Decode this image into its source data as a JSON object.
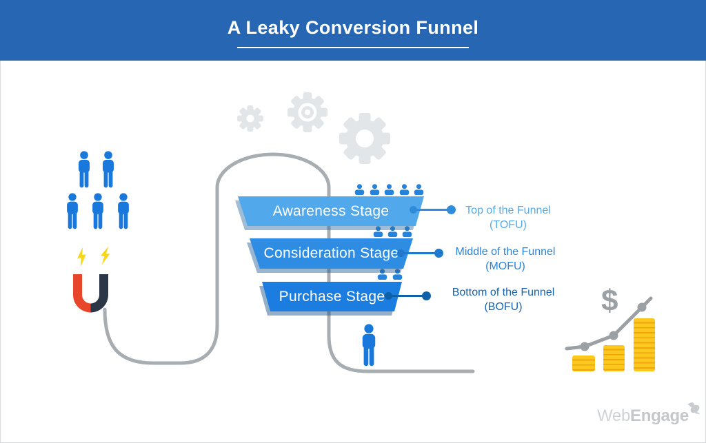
{
  "header": {
    "title": "A Leaky Conversion Funnel"
  },
  "funnel": {
    "stages": [
      {
        "label": "Awareness Stage",
        "callout_line1": "Top of the Funnel",
        "callout_line2": "(TOFU)",
        "bar_color": "#51a8eb",
        "callout_color": "#55aae8",
        "leaking_people": 5
      },
      {
        "label": "Consideration Stage",
        "callout_line1": "Middle of the Funnel",
        "callout_line2": "(MOFU)",
        "bar_color": "#2e8ce2",
        "callout_color": "#2a84db",
        "leaking_people": 3
      },
      {
        "label": "Purchase Stage",
        "callout_line1": "Bottom of the Funnel",
        "callout_line2": "(BOFU)",
        "bar_color": "#1c7de0",
        "callout_color": "#1563b0",
        "leaking_people": 2
      }
    ]
  },
  "illustration": {
    "audience_people_count": 5,
    "converted_people_count": 1,
    "gear_count": 3,
    "lightning_bolt_count": 2,
    "coin_stack_count": 3,
    "trend_point_count": 3,
    "currency_symbol": "$"
  },
  "branding": {
    "logo_part1": "Web",
    "logo_part2": "Engage"
  },
  "colors": {
    "header_bg": "#2766b2",
    "person_blue": "#1878dc",
    "leak_path_gray": "#a8adb1",
    "gear_gray": "#e3e6e9",
    "magnet_red": "#e8462b",
    "magnet_navy": "#2b3747",
    "lightning_yellow": "#f9d518",
    "coin_gold": "#fcc81d",
    "coin_stripe": "#efa50e",
    "trend_gray": "#9aa0a4",
    "logo_gray": "#c9cccf"
  }
}
